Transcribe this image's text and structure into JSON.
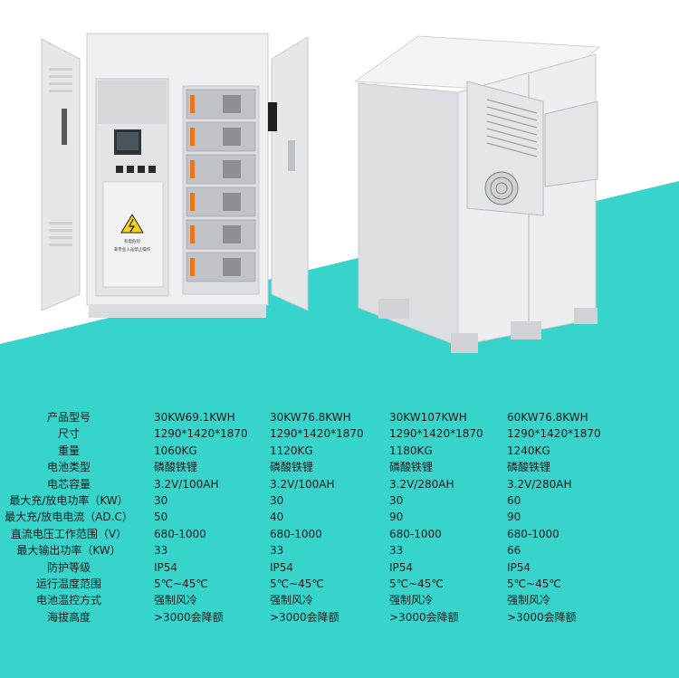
{
  "colors": {
    "teal_band": "#37d4cc",
    "cabinet_body": "#e9eaec",
    "cabinet_shadow": "#c8cacd",
    "text": "#1b1b1b",
    "connector_orange": "#e8761e",
    "warning_yellow": "#f4d21c"
  },
  "cabinet_labels": {
    "warning_line1": "有电危险",
    "warning_line2": "非专业人员禁止操作"
  },
  "icons": [
    "lightning-warning-icon",
    "fan-grille-icon",
    "vent-grille-icon"
  ],
  "specs": {
    "rows": [
      {
        "label": "产品型号",
        "values": [
          "30KW69.1KWH",
          "30KW76.8KWH",
          "30KW107KWH",
          "60KW76.8KWH"
        ]
      },
      {
        "label": "尺寸",
        "values": [
          "1290*1420*1870",
          "1290*1420*1870",
          "1290*1420*1870",
          "1290*1420*1870"
        ]
      },
      {
        "label": "重量",
        "values": [
          "1060KG",
          "1120KG",
          "1180KG",
          "1240KG"
        ]
      },
      {
        "label": "电池类型",
        "values": [
          "磷酸铁锂",
          "磷酸铁锂",
          "磷酸铁锂",
          "磷酸铁锂"
        ]
      },
      {
        "label": "电芯容量",
        "values": [
          "3.2V/100AH",
          "3.2V/100AH",
          "3.2V/280AH",
          "3.2V/280AH"
        ]
      },
      {
        "label": "最大充/放电功率（KW）",
        "values": [
          "30",
          "30",
          "30",
          "60"
        ]
      },
      {
        "label": "最大充/放电电流（AD.C）",
        "values": [
          "50",
          "40",
          "90",
          "90"
        ]
      },
      {
        "label": "直流电压工作范围（V）",
        "values": [
          "680-1000",
          "680-1000",
          "680-1000",
          "680-1000"
        ]
      },
      {
        "label": "最大输出功率（KW）",
        "values": [
          "33",
          "33",
          "33",
          "66"
        ]
      },
      {
        "label": "防护等级",
        "values": [
          "IP54",
          "IP54",
          "IP54",
          "IP54"
        ]
      },
      {
        "label": "运行温度范围",
        "values": [
          "5℃~45℃",
          "5℃~45℃",
          "5℃~45℃",
          "5℃~45℃"
        ]
      },
      {
        "label": "电池温控方式",
        "values": [
          "强制风冷",
          "强制风冷",
          "强制风冷",
          "强制风冷"
        ]
      },
      {
        "label": "海拔高度",
        "values": [
          ">3000会降额",
          ">3000会降额",
          ">3000会降额",
          ">3000会降额"
        ]
      }
    ]
  }
}
